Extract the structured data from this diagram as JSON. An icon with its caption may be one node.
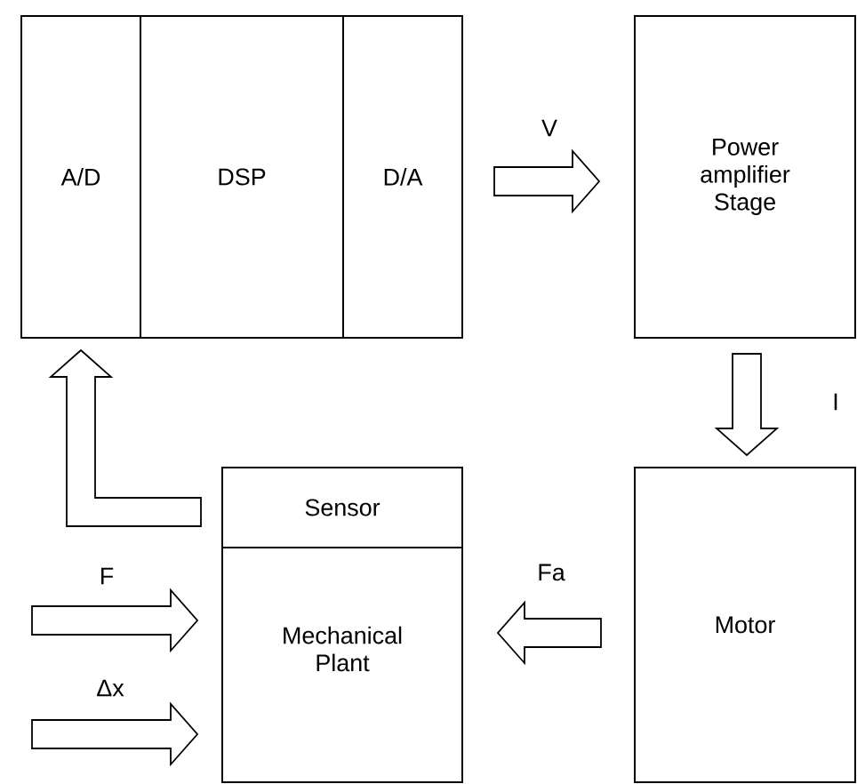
{
  "diagram": {
    "nodes": [
      {
        "text": [
          "A/D"
        ]
      },
      {
        "text": [
          "DSP"
        ]
      },
      {
        "text": [
          "D/A"
        ]
      },
      {
        "text": [
          "Power amplifier Stage"
        ]
      },
      {
        "text": [
          "Sensor"
        ]
      },
      {
        "text": [
          "Mechanical Plant"
        ]
      },
      {
        "text": [
          "Motor"
        ]
      }
    ],
    "edges": [
      {
        "from": 2,
        "to": 3,
        "arrow": "to",
        "label": "V"
      },
      {
        "from": 3,
        "to": 6,
        "arrow": "to",
        "label": "I"
      },
      {
        "from": 6,
        "to": 5,
        "arrow": "to",
        "label": "Fa"
      },
      {
        "from": null,
        "to": 5,
        "arrow": "to",
        "label": "F"
      },
      {
        "from": null,
        "to": 5,
        "arrow": "to",
        "label": "Δx"
      },
      {
        "from": 4,
        "to": 0,
        "arrow": "to"
      }
    ]
  }
}
